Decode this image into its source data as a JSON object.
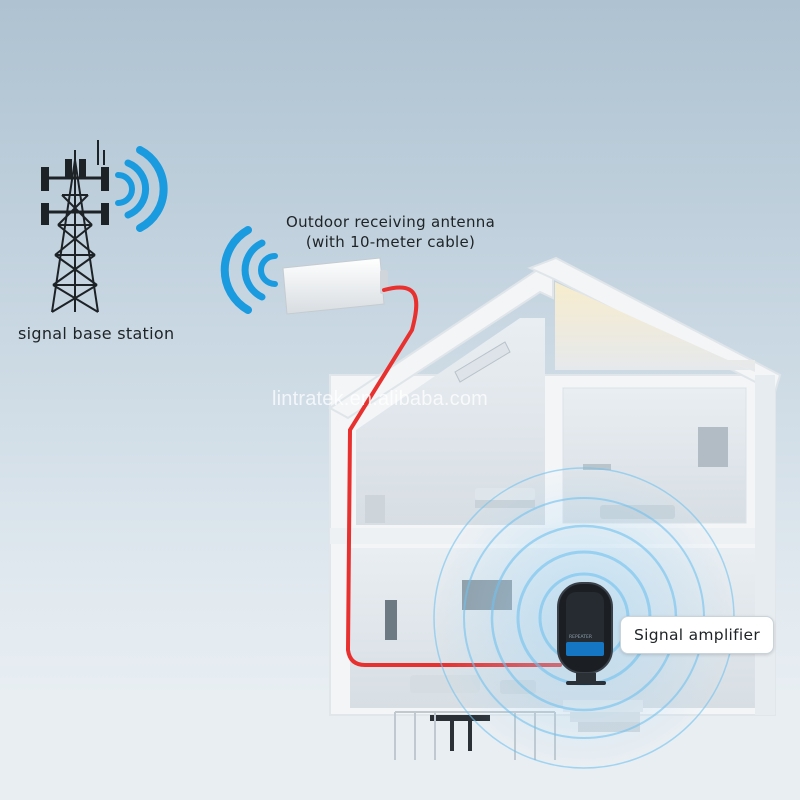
{
  "labels": {
    "tower": "signal base station",
    "antenna_line1": "Outdoor receiving antenna",
    "antenna_line2": "(with 10-meter cable)",
    "amplifier": "Signal amplifier",
    "watermark": "lintratek.en.alibaba.com",
    "device_brand": "REPEATER"
  },
  "colors": {
    "signal_wave": "#1a9be0",
    "cable": "#e8302e",
    "house_wall": "#f4f6f8",
    "device_body": "#1b1f24"
  }
}
